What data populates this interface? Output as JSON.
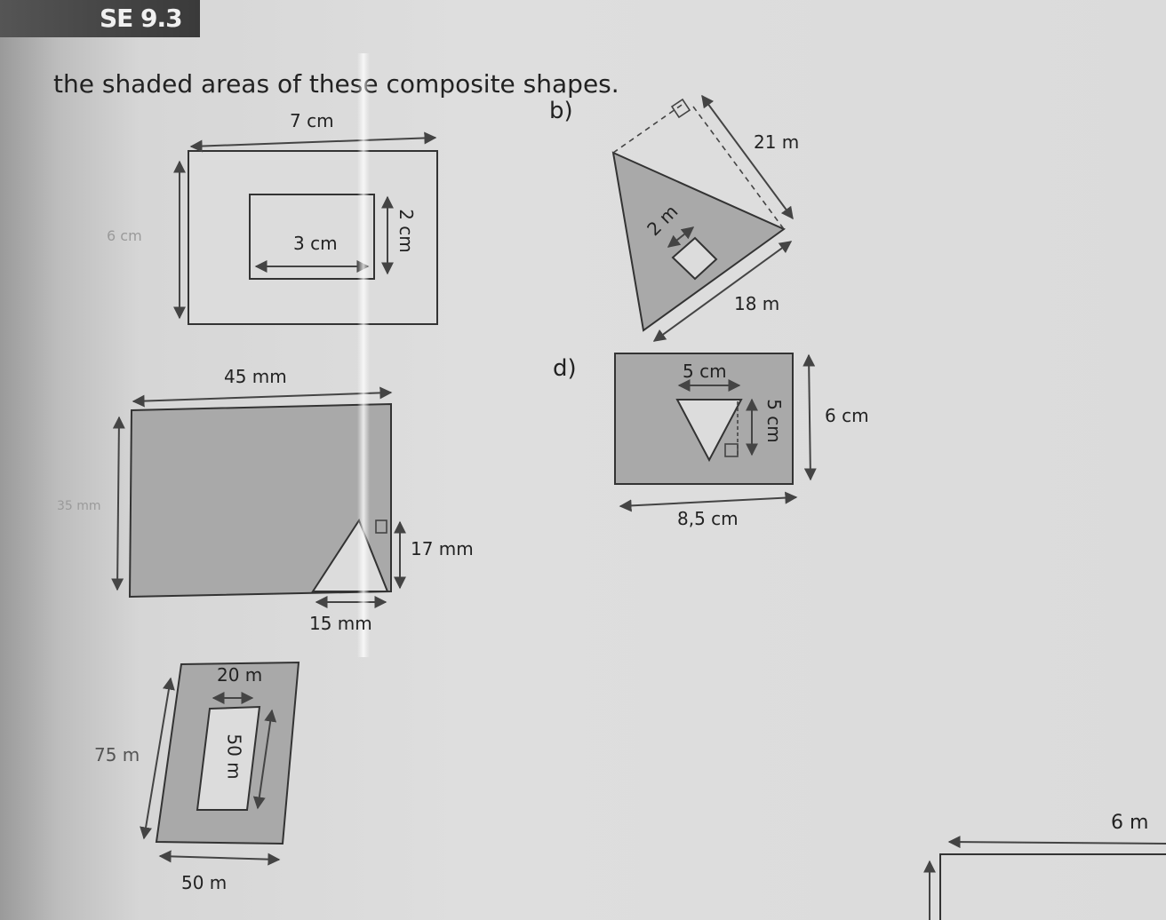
{
  "header": {
    "exercise_label": "SE 9.3"
  },
  "instruction": "the shaded areas of these composite shapes.",
  "figures": {
    "a": {
      "outer_width": "7 cm",
      "outer_height": "6 cm",
      "inner_width": "3 cm",
      "inner_height": "2 cm"
    },
    "b": {
      "part_label": "b)",
      "side_right": "21 m",
      "side_bottom": "18 m",
      "square_side": "2 m"
    },
    "c": {
      "width": "45 mm",
      "height": "35 mm",
      "triangle_base": "15 mm",
      "triangle_height": "17 mm"
    },
    "d": {
      "part_label": "d)",
      "triangle_base": "5 cm",
      "triangle_height": "5 cm",
      "height": "6 cm",
      "width": "8,5 cm"
    },
    "e": {
      "top_width": "20 m",
      "inner_height": "50 m",
      "left_height": "75 m",
      "bottom_width": "50 m"
    },
    "f": {
      "top_width": "6 m"
    }
  },
  "colors": {
    "shade": "#a9a9a9",
    "line": "#333333",
    "paper": "#dedede"
  }
}
